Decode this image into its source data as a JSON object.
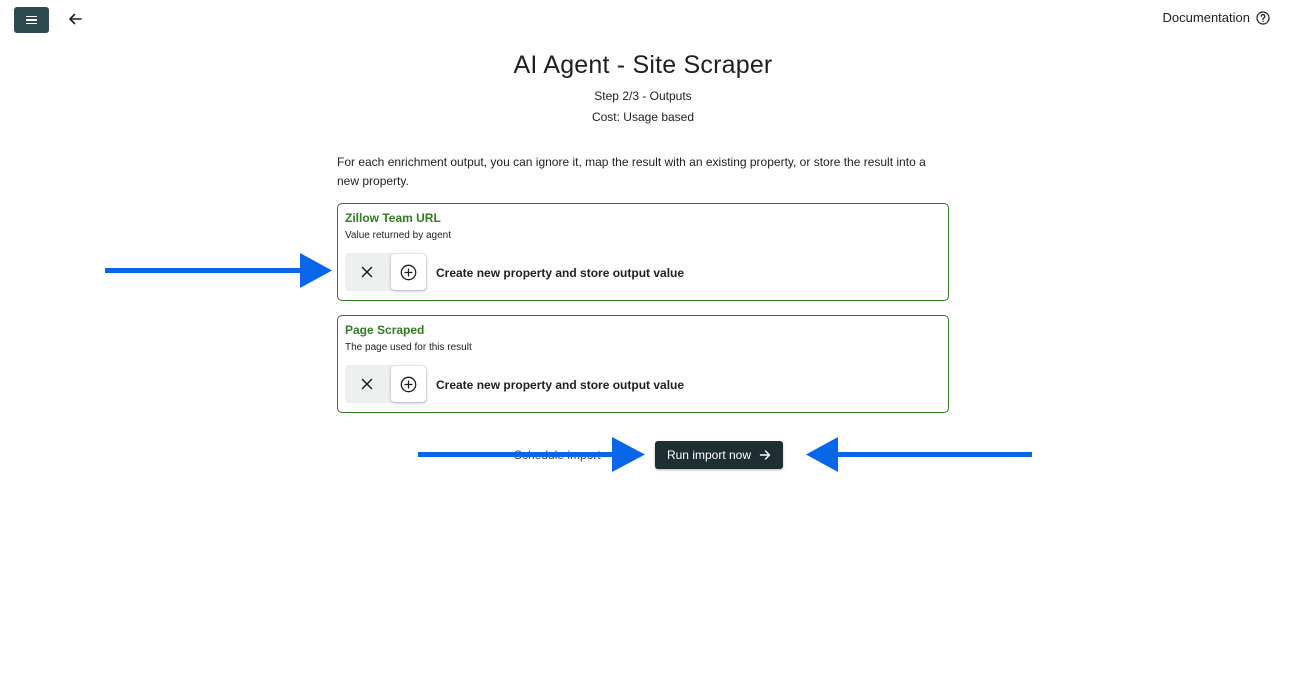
{
  "topbar": {
    "menu_icon": "hamburger-menu-icon",
    "back_icon": "arrow-left-icon",
    "documentation_label": "Documentation",
    "documentation_icon": "help-circle-icon"
  },
  "header": {
    "title": "AI Agent - Site Scraper",
    "step": "Step 2/3 - Outputs",
    "cost": "Cost: Usage based"
  },
  "description": "For each enrichment output, you can ignore it, map the result with an existing property, or store the result into a new property.",
  "outputs": [
    {
      "title": "Zillow Team URL",
      "subtitle": "Value returned by agent",
      "action_label": "Create new property and store output value",
      "ignore_icon": "close-icon",
      "create_icon": "plus-circle-icon"
    },
    {
      "title": "Page Scraped",
      "subtitle": "The page used for this result",
      "action_label": "Create new property and store output value",
      "ignore_icon": "close-icon",
      "create_icon": "plus-circle-icon"
    }
  ],
  "actions": {
    "schedule_label": "Schedule import",
    "run_label": "Run import now",
    "run_icon": "arrow-right-icon"
  },
  "colors": {
    "accent_green": "#2e7d1f",
    "menu_button": "#2d4a50",
    "run_button": "#1e2e33",
    "annotation_arrow": "#0a66e8"
  }
}
